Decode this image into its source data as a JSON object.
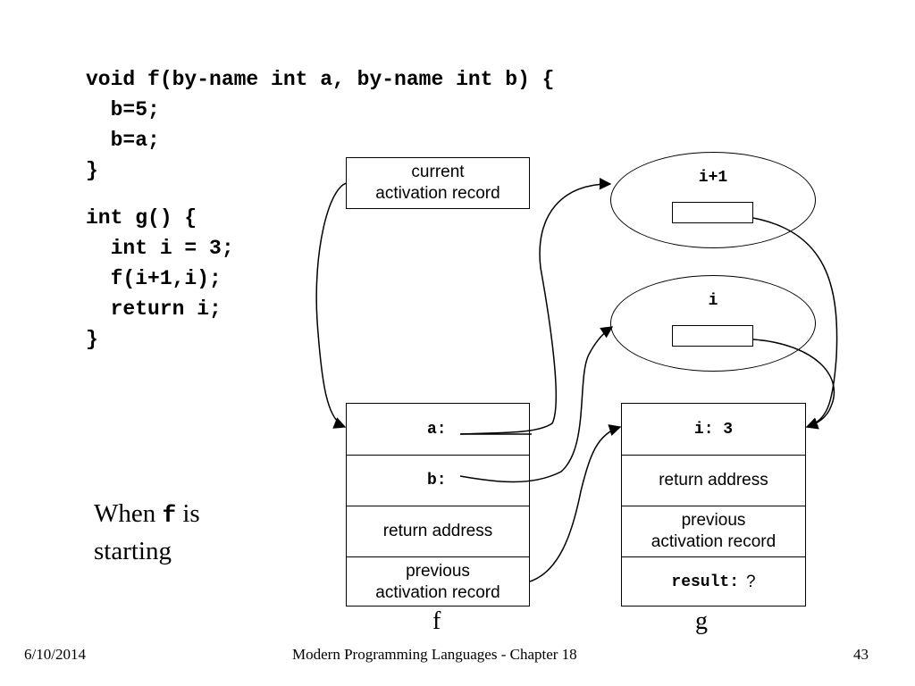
{
  "code_f": [
    "void f(by-name int a, by-name int b) {",
    "  b=5;",
    "  b=a;",
    "}"
  ],
  "code_g": [
    "int g() {",
    "  int i = 3;",
    "  f(i+1,i);",
    "  return i;",
    "}"
  ],
  "current_record_box": {
    "line1": "current",
    "line2": "activation record"
  },
  "thunk_top": {
    "label": "i+1"
  },
  "thunk_bottom": {
    "label": "i"
  },
  "frame_f": {
    "a_label": "a:",
    "b_label": "b:",
    "return_address": "return address",
    "previous_line1": "previous",
    "previous_line2": "activation record",
    "name": "f"
  },
  "frame_g": {
    "i_label": "i: 3",
    "return_address": "return address",
    "previous_line1": "previous",
    "previous_line2": "activation record",
    "result_label": "result:",
    "result_value": "?",
    "name": "g"
  },
  "caption": {
    "before": "When ",
    "code": "f",
    "after_line1": " is",
    "line2": "starting"
  },
  "footer": {
    "date": "6/10/2014",
    "title": "Modern Programming Languages - Chapter 18",
    "page": "43"
  }
}
